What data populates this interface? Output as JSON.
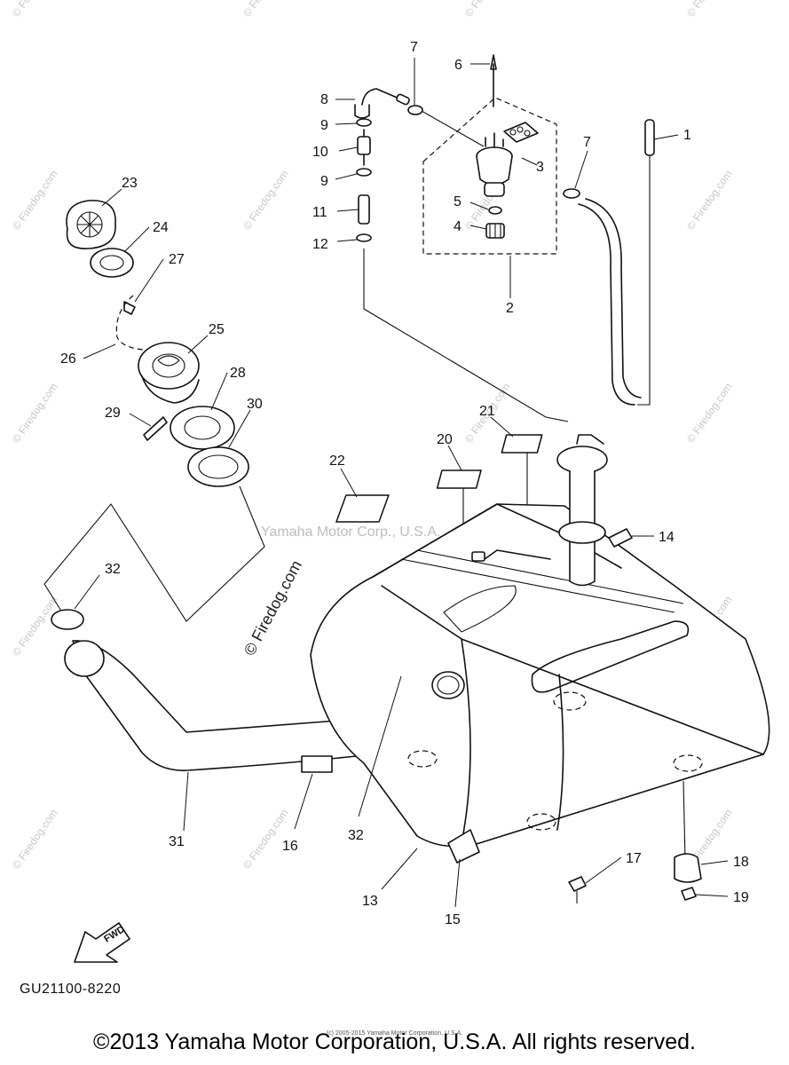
{
  "watermark": {
    "brand": "© Firedog.com",
    "center_text": "Yamaha Motor Corp., U.S.A."
  },
  "diagram": {
    "reference_code": "GU21100-8220",
    "direction_label": "FWD",
    "callouts": [
      "1",
      "2",
      "3",
      "4",
      "5",
      "6",
      "7",
      "7",
      "8",
      "9",
      "9",
      "10",
      "11",
      "12",
      "13",
      "14",
      "15",
      "16",
      "17",
      "18",
      "19",
      "20",
      "21",
      "22",
      "23",
      "24",
      "25",
      "26",
      "27",
      "28",
      "29",
      "30",
      "31",
      "32",
      "32"
    ]
  },
  "footer": {
    "copyright": "©2013 Yamaha Motor Corporation, U.S.A. All rights reserved.",
    "small_note": "(c) 2005-2015 Yamaha Motor Corporation, U.S.A."
  }
}
